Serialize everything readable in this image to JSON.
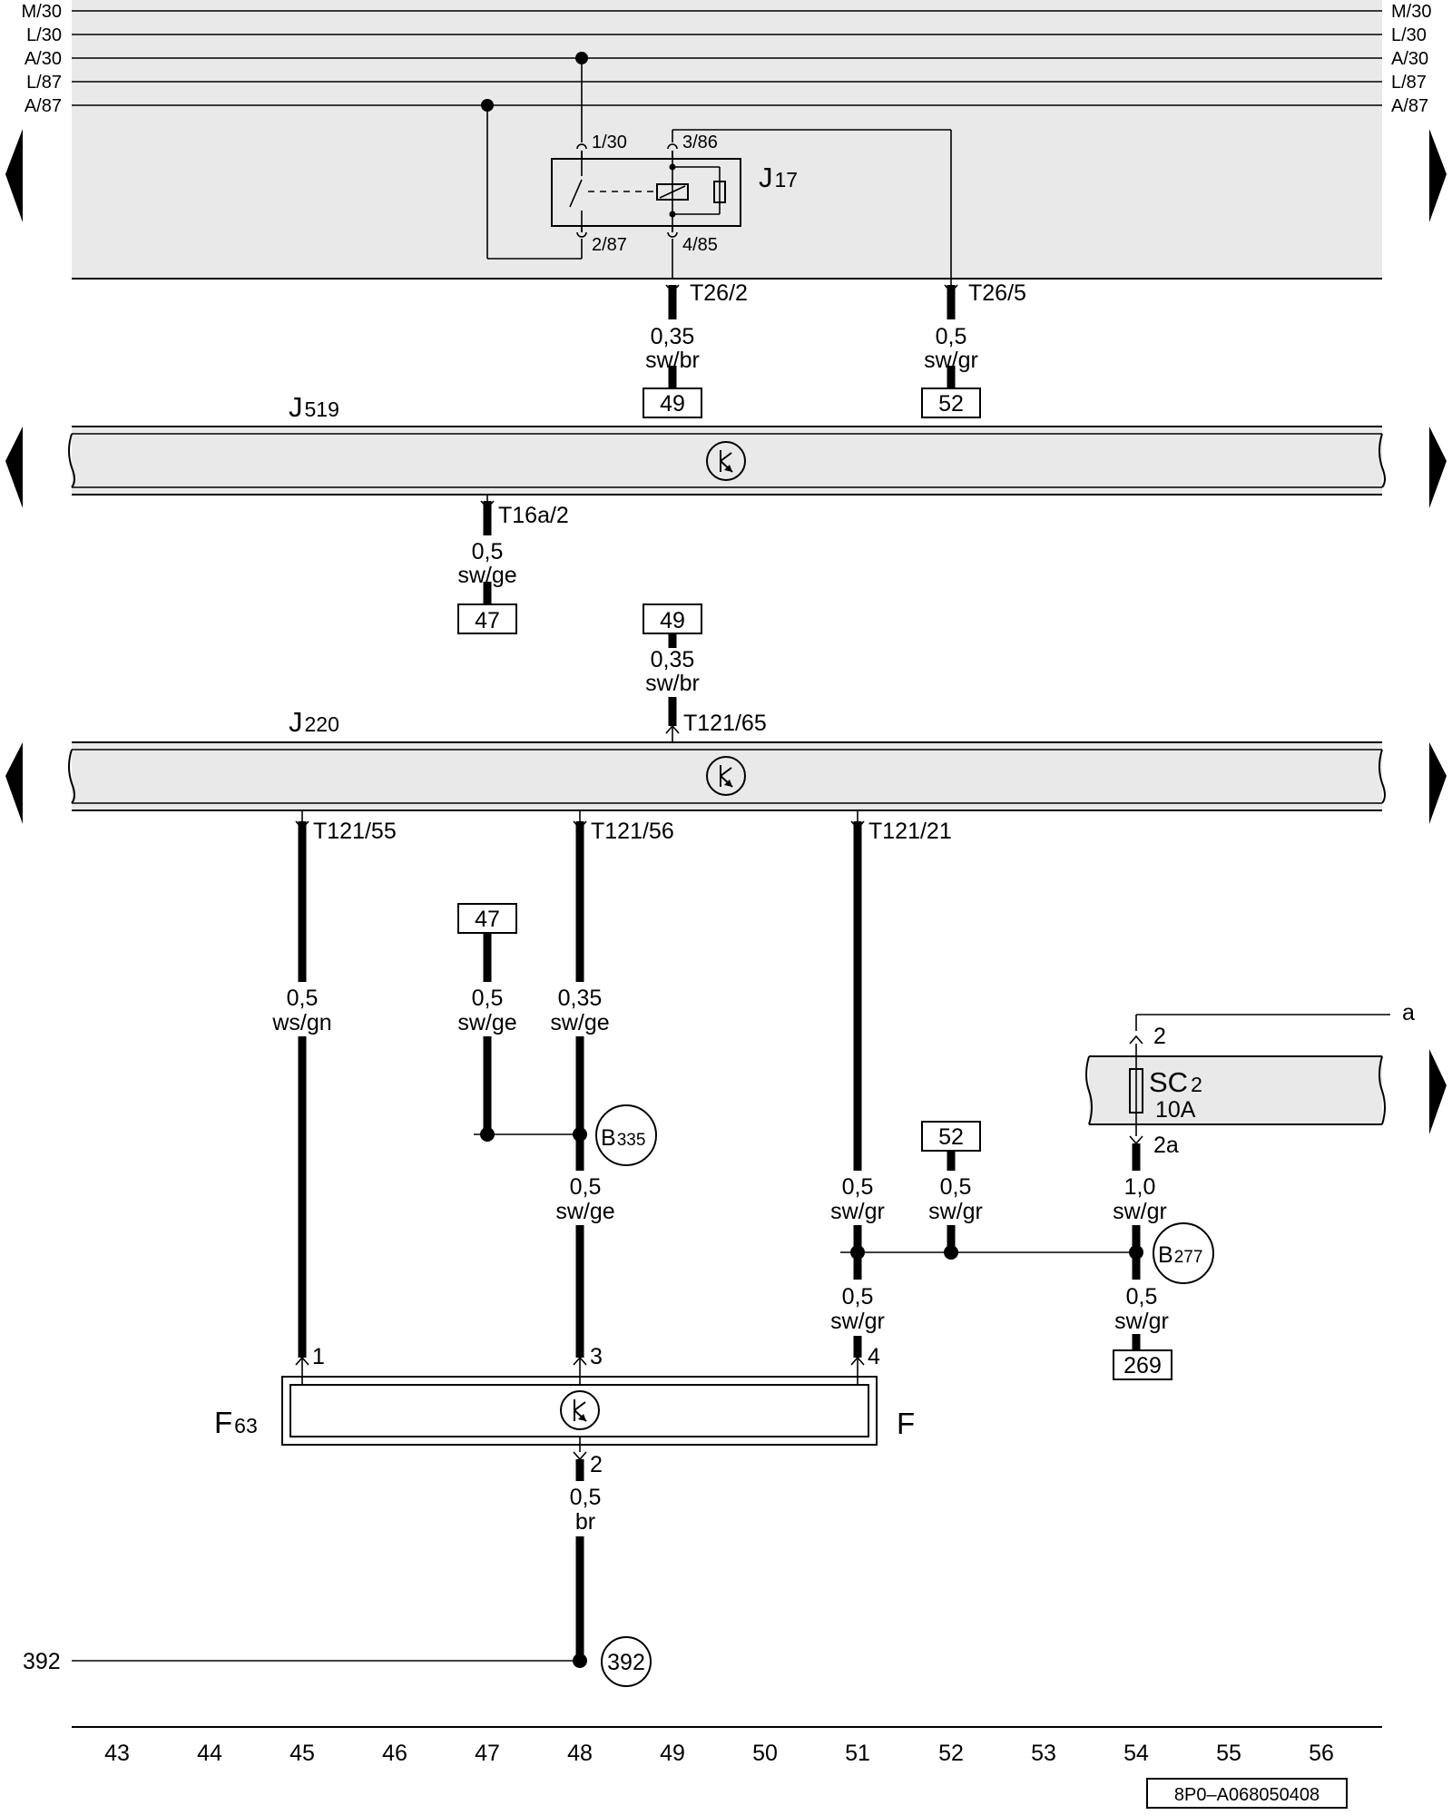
{
  "bus_lines": [
    "M/30",
    "L/30",
    "A/30",
    "L/87",
    "A/87"
  ],
  "relay": {
    "name_letter": "J",
    "name_sub": "17",
    "pin_1": "1/30",
    "pin_2": "2/87",
    "pin_3": "3/86",
    "pin_4": "4/85"
  },
  "connectors": {
    "t26_2": "T26/2",
    "t26_5": "T26/5",
    "t16a_2": "T16a/2",
    "t121_65": "T121/65",
    "t121_55": "T121/55",
    "t121_56": "T121/56",
    "t121_21": "T121/21"
  },
  "control_units": {
    "j519_letter": "J",
    "j519_sub": "519",
    "j220_letter": "J",
    "j220_sub": "220"
  },
  "wires": {
    "w1_size": "0,35",
    "w1_color": "sw/br",
    "w2_size": "0,5",
    "w2_color": "sw/gr",
    "w3_size": "0,5",
    "w3_color": "sw/ge",
    "w4_size": "0,35",
    "w4_color": "sw/br",
    "w5_size": "0,5",
    "w5_color": "ws/gn",
    "w6_size": "0,5",
    "w6_color": "sw/ge",
    "w7_size": "0,35",
    "w7_color": "sw/ge",
    "w8_size": "0,5",
    "w8_color": "sw/ge",
    "w9_size": "0,5",
    "w9_color": "sw/gr",
    "w10_size": "0,5",
    "w10_color": "sw/gr",
    "w11_size": "1,0",
    "w11_color": "sw/gr",
    "w12_size": "0,5",
    "w12_color": "sw/gr",
    "w13_size": "0,5",
    "w13_color": "sw/gr",
    "w14_size": "0,5",
    "w14_color": "br"
  },
  "references": {
    "r49_top": "49",
    "r52_top": "52",
    "r47_j519": "47",
    "r49_j220": "49",
    "r47_left": "47",
    "r52_mid": "52",
    "r269": "269"
  },
  "connection_points": {
    "b335_letter": "B",
    "b335_sub": "335",
    "b277_letter": "B",
    "b277_sub": "277",
    "g392": "392",
    "left_392": "392"
  },
  "fuse": {
    "name_letter": "SC",
    "name_sub": "2",
    "rating": "10A",
    "pin_top": "2",
    "pin_bottom": "2a",
    "line_label": "a"
  },
  "switch": {
    "name_letter": "F",
    "name_sub": "63",
    "right_label": "F",
    "pin_1": "1",
    "pin_2": "2",
    "pin_3": "3",
    "pin_4": "4"
  },
  "columns": [
    "43",
    "44",
    "45",
    "46",
    "47",
    "48",
    "49",
    "50",
    "51",
    "52",
    "53",
    "54",
    "55",
    "56"
  ],
  "diagram_code": "8P0–A068050408"
}
